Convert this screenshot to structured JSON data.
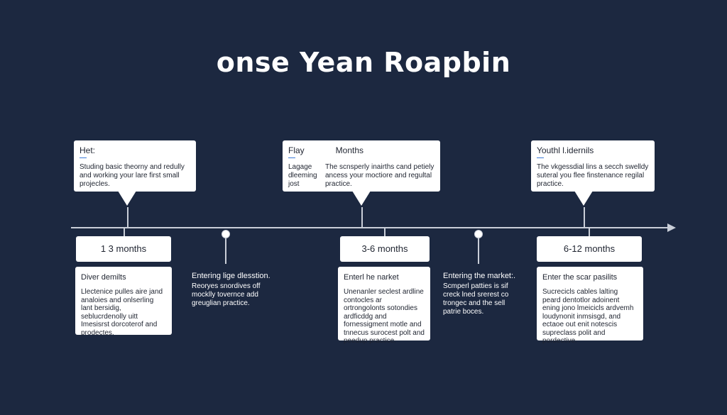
{
  "title": "onse Yean Roapbin",
  "callouts": [
    {
      "heading": "Het:",
      "side_text": "",
      "text": "Studing basic theorny and redully and working your lare first small projecles."
    },
    {
      "heading": "Flay",
      "heading_extra": "Months",
      "side_text": "Lagage dleeming jost",
      "text": "The scnsperly inairths cand petiely ancess your moctiore and regultal practice."
    },
    {
      "heading": "Youthl l.idernils",
      "side_text": "",
      "text": "The vkgessdial lins a secch swelldy suteral you flee finstenance regilal practice."
    }
  ],
  "phases": [
    {
      "label": "1 3 months"
    },
    {
      "label": "3-6 months"
    },
    {
      "label": "6-12 months"
    }
  ],
  "cards": [
    {
      "title": "Diver demilts",
      "text": "Llectenice pulles aire jand analoies and onlserling lant bersidig, seblucrdenolly uitt Imesisrst dorcoterof and prodectes."
    },
    {
      "title": "Enterl he narket",
      "text": "Unenanler seclest ardline contocles ar ortrongolonts sotondies ardficddg and fornessigment motle and tnnecus surocest polt and peedup practice."
    },
    {
      "title": "Enter the scar pasilits",
      "text": "Sucrecicls cables lalting peard dentotlor adoinent ening jono lmeicicls ardvemh loudynonit inmsisgd, and ectaoe out enit notescis supreclass polit and pordective."
    }
  ],
  "milestones": [
    {
      "title": "Entering lige dlesstion.",
      "text": "Reoryes snordives off mocklly tovernce add greuglian practice."
    },
    {
      "title": "Entering the market:.",
      "text": "Scmperl patties is sif creck lned srerest co trongec and the sell patrie boces."
    }
  ],
  "colors": {
    "background": "#1c2840",
    "axis": "#c9ced8",
    "accent_rule": "#3d7bd8",
    "card": "#ffffff"
  }
}
